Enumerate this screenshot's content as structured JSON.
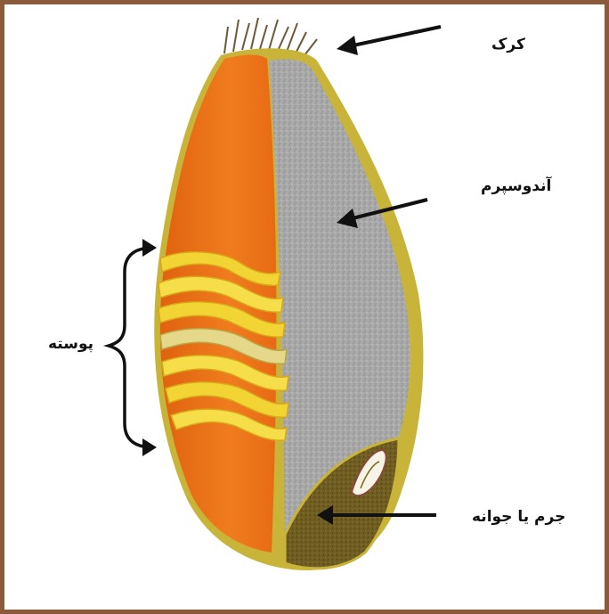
{
  "labels": {
    "bran_hairs": "کرک",
    "endosperm": "آندوسپرم",
    "husk": "پوسته",
    "germ": "جرم یا جوانه"
  },
  "colors": {
    "frame": "#8a5a3a",
    "outer_orange": "#e8741a",
    "endosperm_grey": "#a6a6a6",
    "layer_yellow": "#f0d030",
    "germ_olive": "#7a6a20",
    "arrow": "#111111"
  }
}
